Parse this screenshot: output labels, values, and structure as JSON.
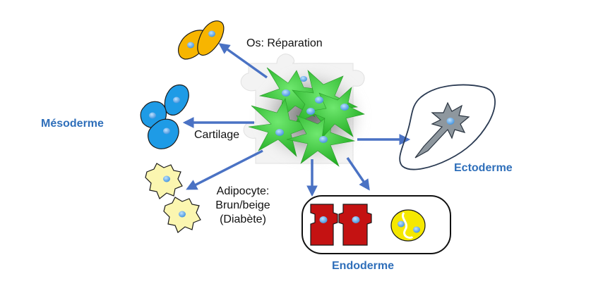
{
  "labels": {
    "bone": "Os: Réparation",
    "cartilage": "Cartilage",
    "adipocyte_line1": "Adipocyte:",
    "adipocyte_line2": "Brun/beige",
    "adipocyte_line3": "(Diabète)",
    "mesoderm": "Mésoderme",
    "ectoderm": "Ectoderme",
    "endoderm": "Endoderme"
  },
  "colors": {
    "arrow": "#4a72c4",
    "germ_layer_text": "#2f6fba",
    "stem_cells": "#3ccc3c",
    "bone_cells": "#f7b500",
    "cartilage_cells": "#1e9be6",
    "adipocytes": "#fbf6b0",
    "endoderm_red_cells": "#c41212",
    "endoderm_yellow_cell": "#f5e800",
    "neuron": "#8e979e",
    "nucleus": "#5aa8ea"
  }
}
